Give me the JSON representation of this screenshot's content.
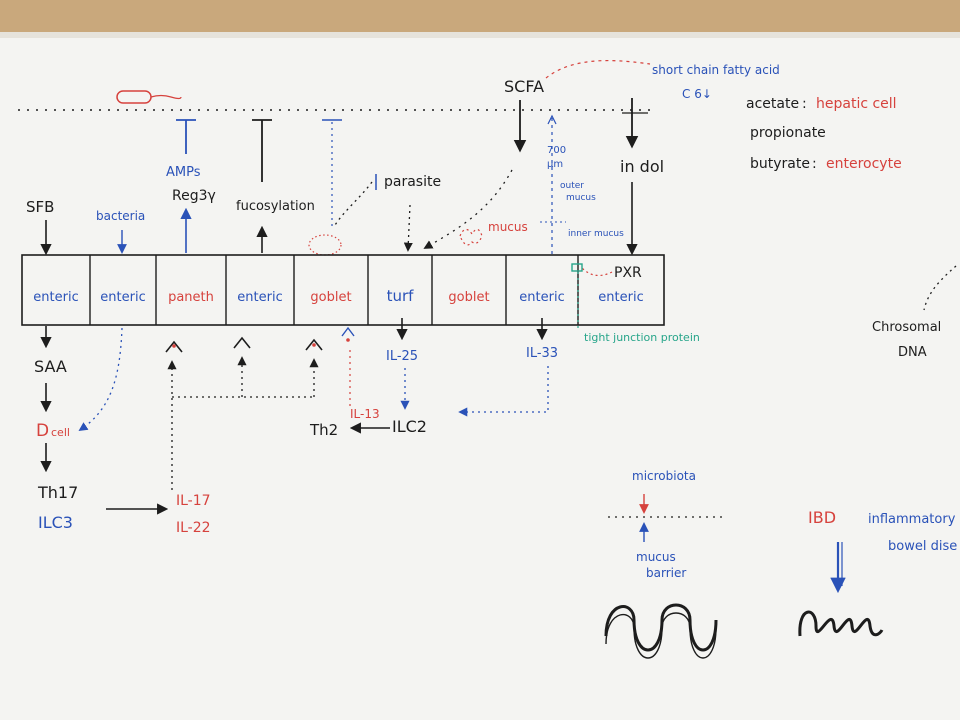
{
  "colors": {
    "black": "#1d1d1d",
    "blue": "#2a52b8",
    "red": "#d6423d",
    "teal": "#27a58a",
    "wood": "#c9a87c",
    "board": "#f4f4f2"
  },
  "top": {
    "scfa": "SCFA",
    "scfa_note": "short chain fatty acid",
    "scfa_note2": "C 6↓",
    "acetate": "acetate",
    "acetate_target": "hepatic cell",
    "propionate": "propionate",
    "butyrate": "butyrate",
    "butyrate_target": "enterocyte",
    "indol": "in dol",
    "um700": "700",
    "um_unit": "μm",
    "outer_mucus": "outer",
    "outer_mucus2": "mucus",
    "inner_mucus": "inner mucus",
    "mucus": "mucus",
    "parasite": "parasite",
    "fucosylation": "fucosylation",
    "amps": "AMPs",
    "reg3": "Reg3γ",
    "sfb": "SFB",
    "bacteria": "bacteria"
  },
  "cells": [
    "enteric",
    "enteric",
    "paneth",
    "enteric",
    "goblet",
    "turf",
    "goblet",
    "enteric",
    "enteric"
  ],
  "below": {
    "pxr": "PXR",
    "tight_junction": "tight junction protein",
    "saa": "SAA",
    "dcell_d": "D",
    "dcell_rest": "cell",
    "th17": "Th17",
    "ilc3": "ILC3",
    "il17": "IL-17",
    "il22": "IL-22",
    "il25": "IL-25",
    "il33": "IL-33",
    "il13": "IL-13",
    "th2": "Th2",
    "ilc2": "ILC2"
  },
  "right": {
    "chromosomal": "Chrosomal",
    "dna": "DNA",
    "microbiota": "microbiota",
    "mucus": "mucus",
    "barrier": "barrier",
    "ibd": "IBD",
    "inflammatory": "inflammatory",
    "bowel": "bowel dise"
  }
}
